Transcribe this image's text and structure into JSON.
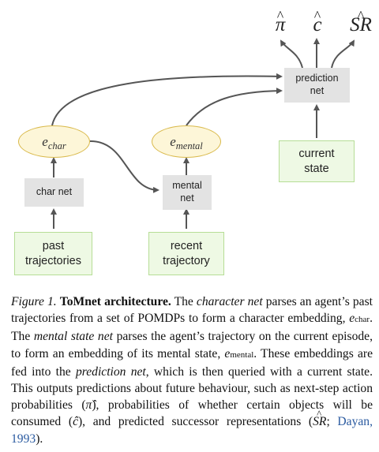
{
  "diagram": {
    "outputs": {
      "pi": "π",
      "c": "c",
      "sr": "SR"
    },
    "nodes": {
      "prediction_net": "prediction net",
      "current_state": "current state",
      "char_net": "char net",
      "mental_net": "mental net",
      "past_trajectories": "past trajectories",
      "recent_trajectory": "recent trajectory",
      "e_char": {
        "base": "e",
        "sub": "char"
      },
      "e_mental": {
        "base": "e",
        "sub": "mental"
      }
    }
  },
  "caption": {
    "figure_label": "Figure 1.",
    "title": "ToMnet architecture.",
    "t1": "The ",
    "character_net": "character net",
    "t2": " parses an agent’s past trajectories from a set of POMDPs to form a character embedding, ",
    "e_char_sym": "e",
    "e_char_sub": "char",
    "t3": ". The ",
    "mental_state_net": "mental state net",
    "t4": " parses the agent’s trajectory on the current episode, to form an embedding of its mental state, ",
    "e_mental_sym": "e",
    "e_mental_sub": "mental",
    "t5": ". These embeddings are fed into the ",
    "prediction_net": "prediction net",
    "t6": ", which is then queried with a current state. This outputs predictions about future behaviour, such as next-step action probabilities (",
    "pi_hat": "π̂",
    "t7": "), probabilities of whether certain objects will be consumed (",
    "c_hat": "ĉ",
    "t8": "), and predicted successor representations (",
    "sr_hat": "SR",
    "t9": "; ",
    "citation": "Dayan, 1993",
    "t10": ")."
  }
}
